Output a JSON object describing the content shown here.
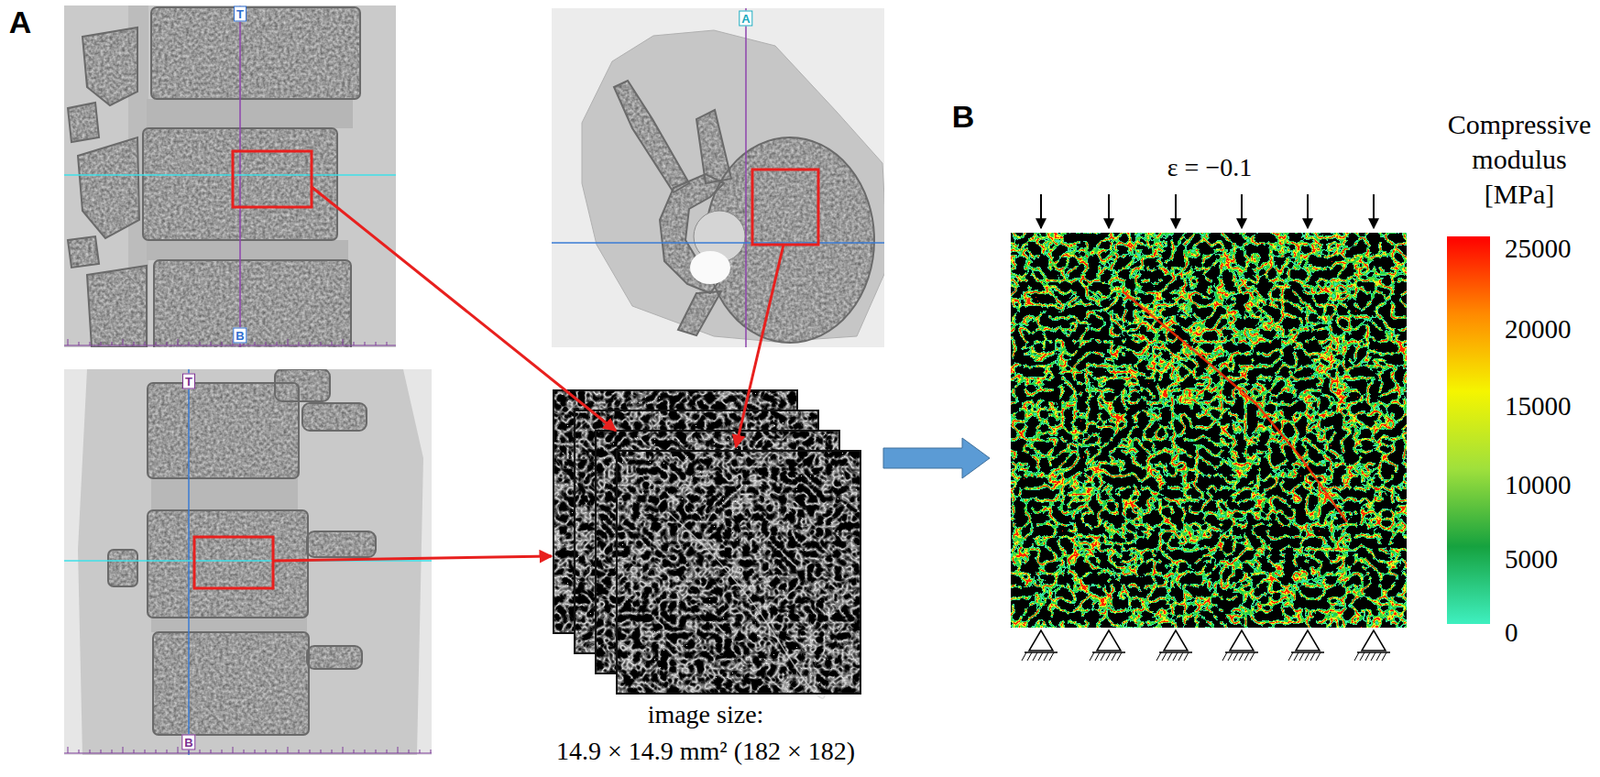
{
  "diagram": {
    "nodes": [
      {
        "text": [
          "image size:",
          "14.9 × 14.9 mm² (182 × 182)"
        ]
      },
      {
        "text": [
          "ε = −0.1"
        ]
      }
    ],
    "edges": [
      {
        "from": 0,
        "to": 1,
        "arrow": "to"
      }
    ],
    "labels": [
      "A",
      "T",
      "B",
      "A",
      "T",
      "B",
      "B",
      "Compressive modulus [MPa]",
      "25000",
      "20000",
      "15000",
      "10000",
      "5000",
      "0"
    ]
  }
}
